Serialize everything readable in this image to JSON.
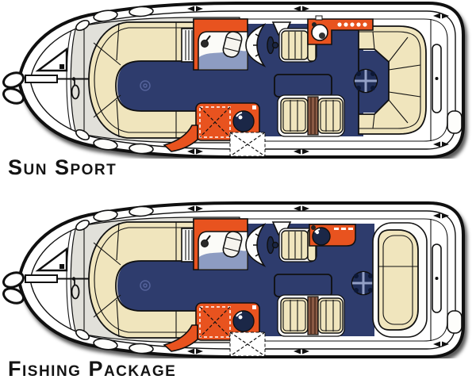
{
  "figure": {
    "boats": [
      {
        "name": "sun-sport",
        "label": "Sun Sport"
      },
      {
        "name": "fishing-package",
        "label": "Fishing Package"
      }
    ]
  },
  "icons": {
    "anchor-icon": "svg-two-fluke-anchor",
    "cleat-icon": "svg-bowtie-arrows",
    "steering-wheel-icon": "svg-ellipse-wheel",
    "sink-icon": "svg-cylinder-basin",
    "faucet-icon": "svg-dot-stem",
    "round-table-icon": "svg-circle-with-cross",
    "pedestal-seat-icon": "svg-sphere-seat",
    "boarding-ladder-icon": "svg-rail-with-rung",
    "engine-hatch-icon": "svg-dashed-x-panel",
    "bow-hatch-icon": "svg-triangle-hatch",
    "carpet-logo-icon": "svg-spiral"
  },
  "colors": {
    "paper": "#ffffff",
    "ink": "#101010",
    "navy": "#2e3c6d",
    "navy-dark": "#1b2747",
    "cream": "#f0e5bd",
    "orange": "#e8531f",
    "upholstery": "#8d9cc2",
    "deck-gray": "#e1e0da",
    "seam-brown": "#8a5a44",
    "label-text": "#141414"
  }
}
